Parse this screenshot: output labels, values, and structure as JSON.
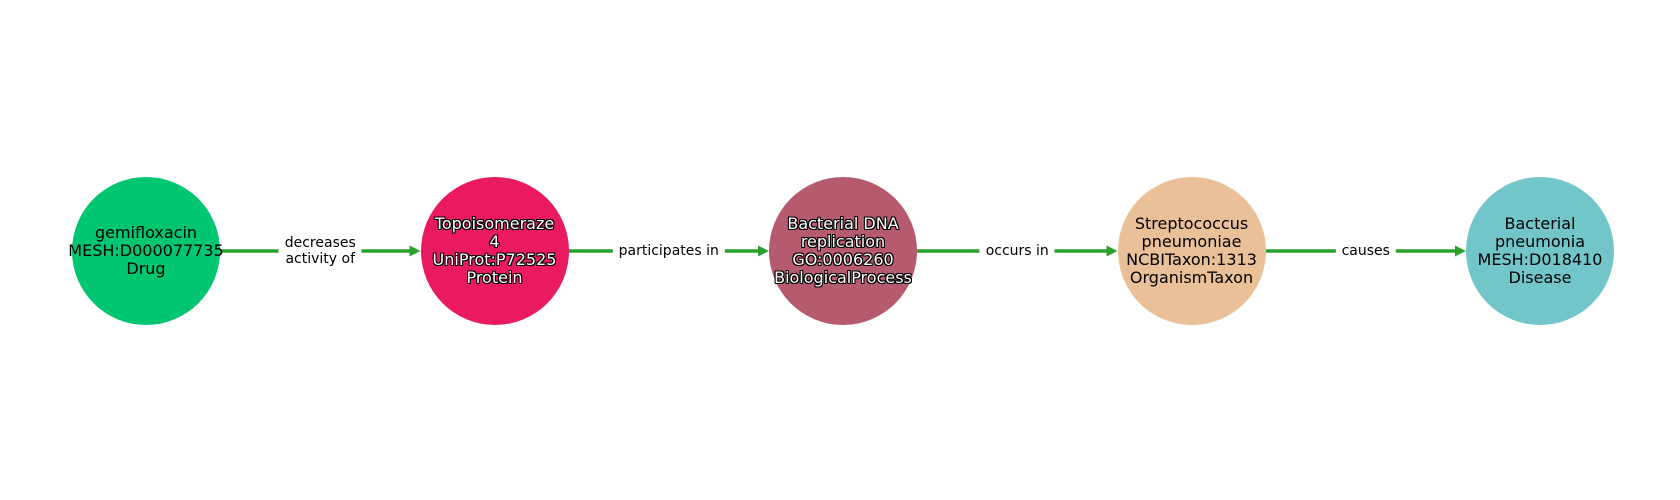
{
  "nodes": [
    {
      "name": "gemifloxacin",
      "id": "MESH:D000077735",
      "category": "Drug",
      "color": "#00c571",
      "label_style": "dark"
    },
    {
      "name": "Topoisomeraze\n4",
      "id": "UniProt:P72525",
      "category": "Protein",
      "color": "#e91962",
      "label_style": "halo"
    },
    {
      "name": "Bacterial DNA\nreplication",
      "id": "GO:0006260",
      "category": "BiologicalProcess",
      "color": "#b65b6e",
      "label_style": "halo"
    },
    {
      "name": "Streptococcus\npneumoniae",
      "id": "NCBITaxon:1313",
      "category": "OrganismTaxon",
      "color": "#e9c097",
      "label_style": "dark"
    },
    {
      "name": "Bacterial\npneumonia",
      "id": "MESH:D018410",
      "category": "Disease",
      "color": "#72c6ca",
      "label_style": "dark"
    }
  ],
  "edges": [
    {
      "from": 0,
      "to": 1,
      "label": "decreases\nactivity of"
    },
    {
      "from": 1,
      "to": 2,
      "label": "participates in"
    },
    {
      "from": 2,
      "to": 3,
      "label": "occurs in"
    },
    {
      "from": 3,
      "to": 4,
      "label": "causes"
    }
  ],
  "edge_color": "#2ca02c"
}
